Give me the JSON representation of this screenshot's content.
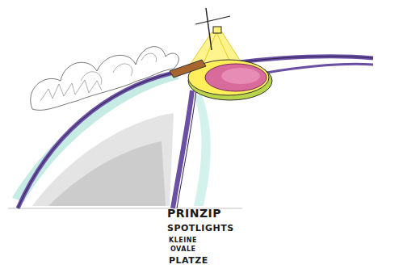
{
  "diagram": {
    "labels": [
      "PRINZIP",
      "SPOTLIGHTS",
      "KLEINE",
      "OVALE",
      "PLATZE"
    ]
  }
}
